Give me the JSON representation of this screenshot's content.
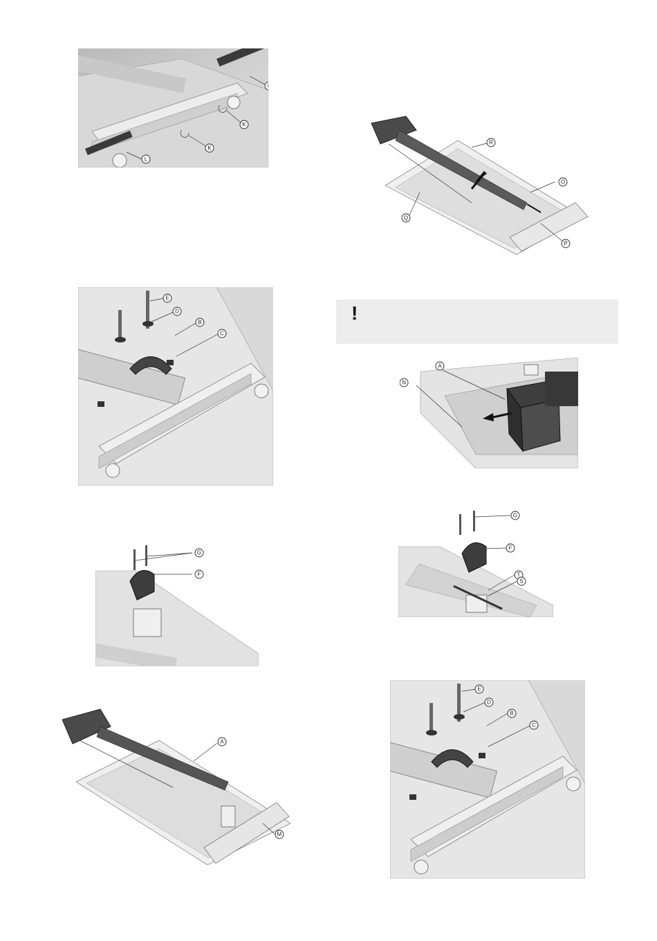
{
  "warning": {
    "icon": "!",
    "text": ""
  },
  "figures": {
    "fig1": {
      "labels": [
        "L",
        "K",
        "K",
        "L"
      ]
    },
    "fig2": {
      "labels": [
        "E",
        "D",
        "B",
        "C"
      ]
    },
    "fig3": {
      "labels": [
        "G",
        "F"
      ]
    },
    "fig4": {
      "labels": [
        "A",
        "M"
      ]
    },
    "fig5": {
      "labels": [
        "R",
        "O",
        "Q",
        "P"
      ]
    },
    "fig6": {
      "labels": [
        "A",
        "N"
      ]
    },
    "fig7": {
      "labels": [
        "G",
        "F",
        "T",
        "S"
      ]
    },
    "fig8": {
      "labels": [
        "E",
        "D",
        "B",
        "C"
      ]
    }
  }
}
